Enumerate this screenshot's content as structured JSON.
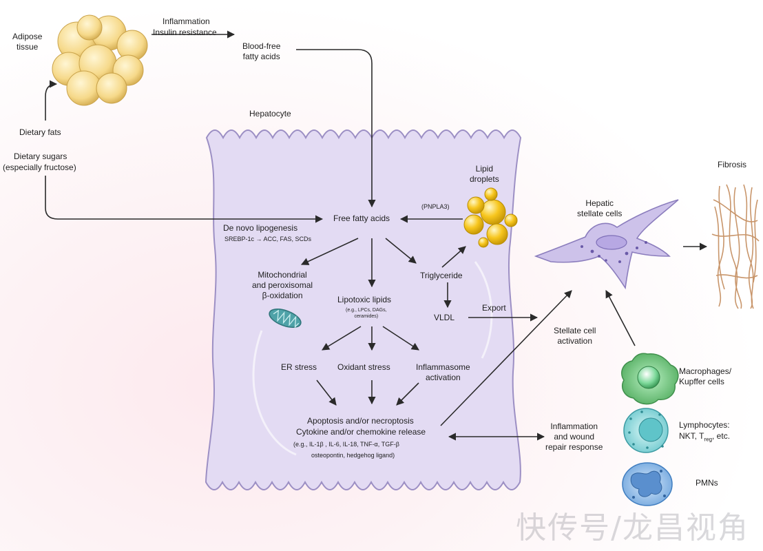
{
  "labels": {
    "adipose_tissue": "Adipose\ntissue",
    "inflammation": "Inflammation",
    "insulin_resistance": "Insulin resistance",
    "blood_free_fatty_acids": "Blood-free\nfatty acids",
    "dietary_fats": "Dietary fats",
    "dietary_sugars": "Dietary sugars",
    "especially_fructose": "(especially fructose)",
    "hepatocyte": "Hepatocyte",
    "lipid_droplets": "Lipid\ndroplets",
    "pnpla3": "(PNPLA3)",
    "free_fatty_acids": "Free fatty acids",
    "de_novo_lipogenesis": "De novo lipogenesis",
    "srebp": "SREBP-1c → ACC, FAS, SCDs",
    "mitochondrial": "Mitochondrial\nand peroxisomal\nβ-oxidation",
    "triglyceride": "Triglyceride",
    "lipotoxic_lipids": "Lipotoxic lipids",
    "lipotoxic_examples": "(e.g., LPCs, DAGs,\nceramides)",
    "vldl": "VLDL",
    "export": "Export",
    "er_stress": "ER stress",
    "oxidant_stress": "Oxidant stress",
    "inflammasome": "Inflammasome\nactivation",
    "apoptosis": "Apoptosis and/or necroptosis",
    "cytokine": "Cytokine and/or chemokine release",
    "cytokine_examples": "(e.g., IL-1β , IL-6, IL-18, TNF-α, TGF-β",
    "cytokine_examples2": "osteopontin, hedgehog ligand)",
    "inflammation_wound": "Inflammation\nand wound\nrepair response",
    "stellate_activation": "Stellate cell\nactivation",
    "hepatic_stellate": "Hepatic\nstellate cells",
    "fibrosis": "Fibrosis",
    "macrophages": "Macrophages/\nKupffer cells",
    "lymphocytes": "Lymphocytes:",
    "lymphocytes_nkt": "NKT, T",
    "lymphocytes_reg": "reg",
    "lymphocytes_etc": ", etc.",
    "pmns": "PMNs",
    "watermark": "快传号/龙昌视角"
  },
  "colors": {
    "cell_fill": "#e3dbf3",
    "cell_stroke": "#9c8fc4",
    "arrow": "#2a2a2a",
    "adipose": "#f6d98a",
    "lipid": "#f7c61e",
    "mito": "#4fa2a8",
    "stellate": "#cdc2ea",
    "macrophage": "#78c57d",
    "lymphocyte": "#8ed8dc",
    "pmn": "#8fbce8",
    "fibrosis": "#c8956a"
  }
}
